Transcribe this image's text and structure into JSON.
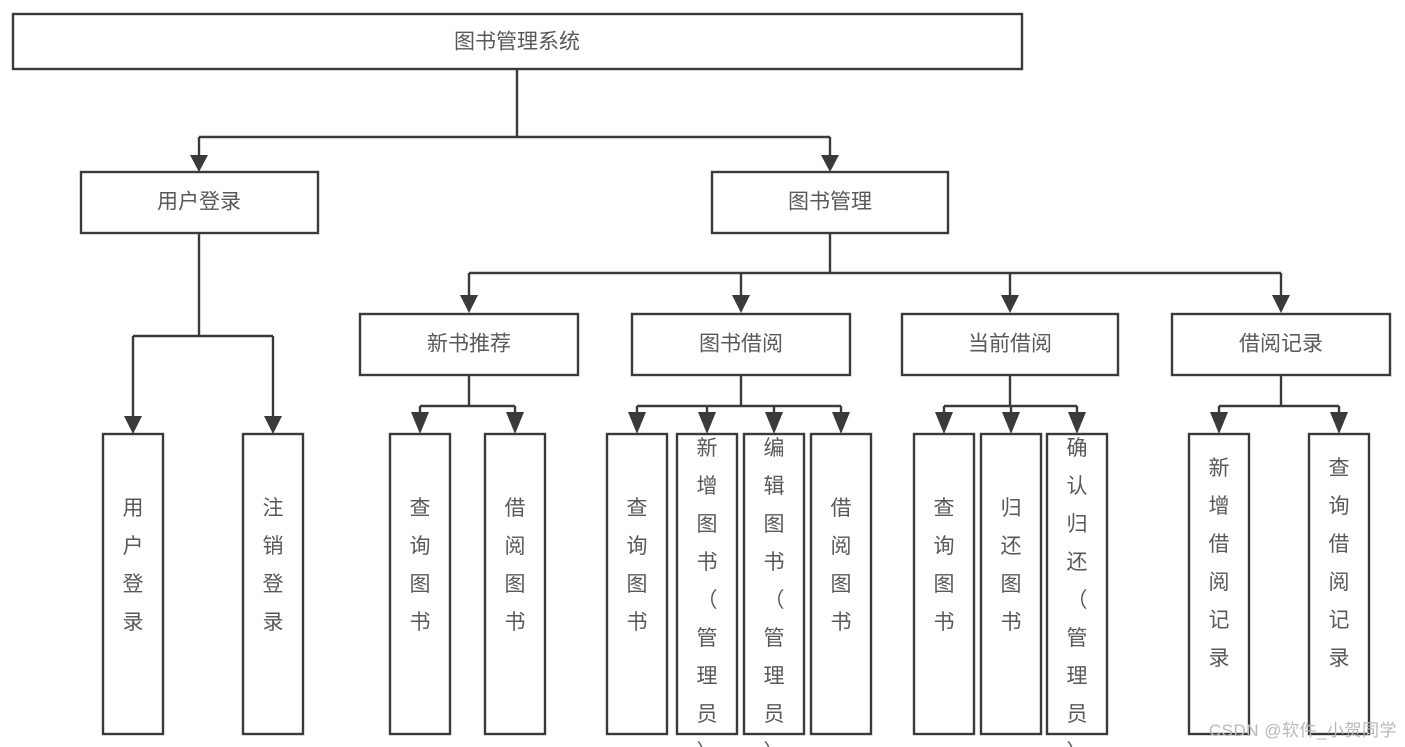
{
  "diagram": {
    "type": "tree-hierarchy",
    "title": "图书管理系统",
    "watermark": "CSDN @软件_小贺同学",
    "colors": {
      "stroke": "#3a3a3a",
      "box_fill": "#ffffff",
      "text": "#59595b",
      "background": "#ffffff",
      "watermark": "#b9b9b9"
    },
    "levels": [
      {
        "level": 0,
        "name": "root"
      },
      {
        "level": 1,
        "name": "modules"
      },
      {
        "level": 2,
        "name": "submodules"
      },
      {
        "level": 3,
        "name": "operations"
      }
    ],
    "nodes": {
      "root": {
        "id": "root",
        "label": "图书管理系统",
        "orientation": "horizontal"
      },
      "l1": [
        {
          "id": "user-login",
          "label": "用户登录",
          "orientation": "horizontal"
        },
        {
          "id": "book-manage",
          "label": "图书管理",
          "orientation": "horizontal"
        }
      ],
      "l2": [
        {
          "id": "new-book-rec",
          "label": "新书推荐",
          "orientation": "horizontal",
          "parent": "book-manage"
        },
        {
          "id": "book-borrow",
          "label": "图书借阅",
          "orientation": "horizontal",
          "parent": "book-manage"
        },
        {
          "id": "current-borrow",
          "label": "当前借阅",
          "orientation": "horizontal",
          "parent": "book-manage"
        },
        {
          "id": "borrow-record",
          "label": "借阅记录",
          "orientation": "horizontal",
          "parent": "book-manage"
        }
      ],
      "leaves": [
        {
          "id": "leaf-user-login",
          "label": "用户登录",
          "orientation": "vertical",
          "parent": "user-login"
        },
        {
          "id": "leaf-logout",
          "label": "注销登录",
          "orientation": "vertical",
          "parent": "user-login"
        },
        {
          "id": "leaf-query-book-1",
          "label": "查询图书",
          "orientation": "vertical",
          "parent": "new-book-rec"
        },
        {
          "id": "leaf-borrow-book-1",
          "label": "借阅图书",
          "orientation": "vertical",
          "parent": "new-book-rec"
        },
        {
          "id": "leaf-query-book-2",
          "label": "查询图书",
          "orientation": "vertical",
          "parent": "book-borrow"
        },
        {
          "id": "leaf-add-book",
          "label": "新增图书（管理员）",
          "orientation": "vertical",
          "parent": "book-borrow"
        },
        {
          "id": "leaf-edit-book",
          "label": "编辑图书（管理员）",
          "orientation": "vertical",
          "parent": "book-borrow"
        },
        {
          "id": "leaf-borrow-book-2",
          "label": "借阅图书",
          "orientation": "vertical",
          "parent": "book-borrow"
        },
        {
          "id": "leaf-query-book-3",
          "label": "查询图书",
          "orientation": "vertical",
          "parent": "current-borrow"
        },
        {
          "id": "leaf-return-book",
          "label": "归还图书",
          "orientation": "vertical",
          "parent": "current-borrow"
        },
        {
          "id": "leaf-confirm-return",
          "label": "确认归还（管理员）",
          "orientation": "vertical",
          "parent": "current-borrow"
        },
        {
          "id": "leaf-add-record",
          "label": "新增借阅记录",
          "orientation": "vertical",
          "parent": "borrow-record"
        },
        {
          "id": "leaf-query-record",
          "label": "查询借阅记录",
          "orientation": "vertical",
          "parent": "borrow-record"
        }
      ]
    }
  }
}
